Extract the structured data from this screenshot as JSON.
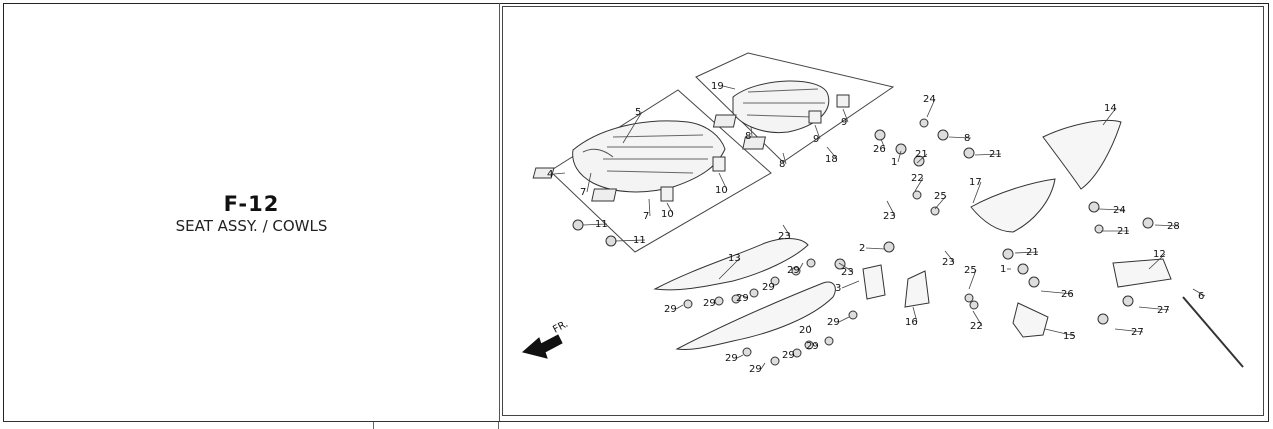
{
  "figure": {
    "code": "F-12",
    "title": "SEAT ASSY. / COWLS"
  },
  "diagram": {
    "direction_label": "FR.",
    "part_numbers": [
      "1",
      "2",
      "3",
      "4",
      "5",
      "6",
      "7",
      "8",
      "9",
      "10",
      "11",
      "12",
      "13",
      "14",
      "15",
      "16",
      "17",
      "18",
      "19",
      "20",
      "21",
      "22",
      "23",
      "24",
      "25",
      "26",
      "27",
      "28",
      "29"
    ]
  }
}
